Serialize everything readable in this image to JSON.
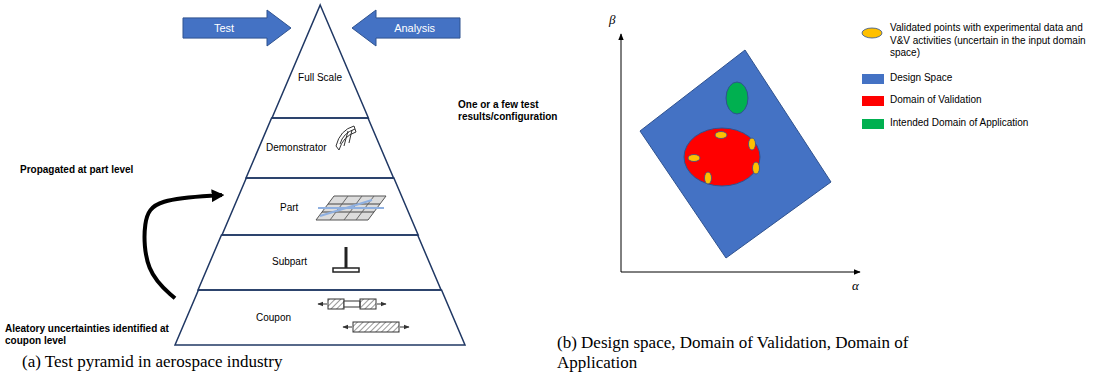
{
  "diagram": {
    "nodes": [
      {
        "text": [
          "Test"
        ]
      },
      {
        "text": [
          "Analysis"
        ]
      },
      {
        "text": [
          "Full Scale"
        ]
      },
      {
        "text": [
          "Demonstrator"
        ]
      },
      {
        "text": [
          "Part"
        ]
      },
      {
        "text": [
          "Subpart"
        ]
      },
      {
        "text": [
          "Coupon"
        ]
      }
    ],
    "edges": [
      {
        "from": 6,
        "to": 4,
        "arrow": "to"
      }
    ],
    "labels": [
      "One or a few test results/configuration",
      "Propagated at part level",
      "Aleatory uncertainties identified at coupon level",
      "(a) Test pyramid in aerospace industry",
      "β",
      "α",
      "(b) Design space, Domain of Validation, Domain of Application"
    ],
    "legend": [
      {
        "text": "Validated points with experimental data and V&V activities (uncertain in the input domain space)",
        "color": "#FFC000"
      },
      {
        "text": "Design Space",
        "color": "#4472C4"
      },
      {
        "text": "Domain of Validation",
        "color": "#FF0000"
      },
      {
        "text": "Intended Domain of Application",
        "color": "#00B050"
      }
    ]
  }
}
